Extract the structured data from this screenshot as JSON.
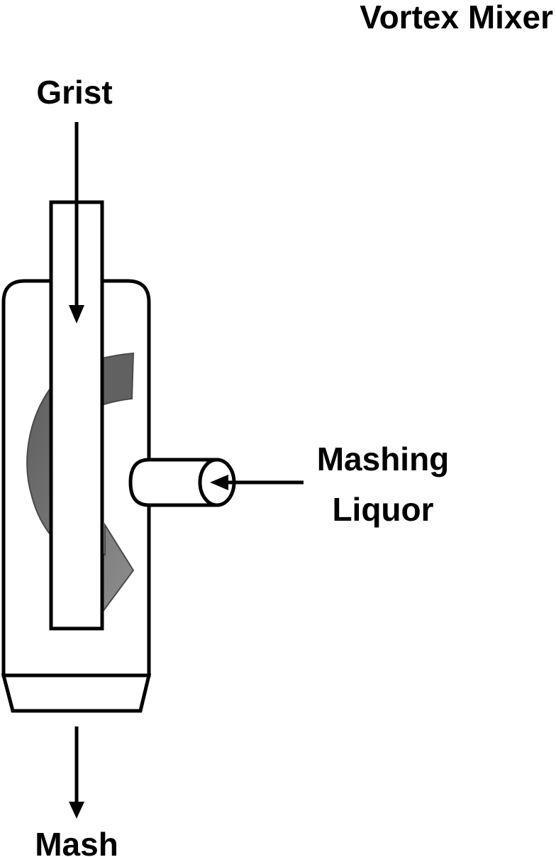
{
  "title": "Vortex Mixer",
  "labels": {
    "grist": "Grist",
    "mashing_liquor_line1": "Mashing",
    "mashing_liquor_line2": "Liquor",
    "mash": "Mash"
  },
  "colors": {
    "stroke": "#000000",
    "background": "#ffffff",
    "swirl_dark": "#5f5f5f",
    "swirl_light": "#8c8c8c",
    "swirl_edge": "#4a4a4a"
  },
  "icons": {
    "vessel": "vortex-mixer-vessel",
    "swirl": "curved-arrow-icon"
  }
}
